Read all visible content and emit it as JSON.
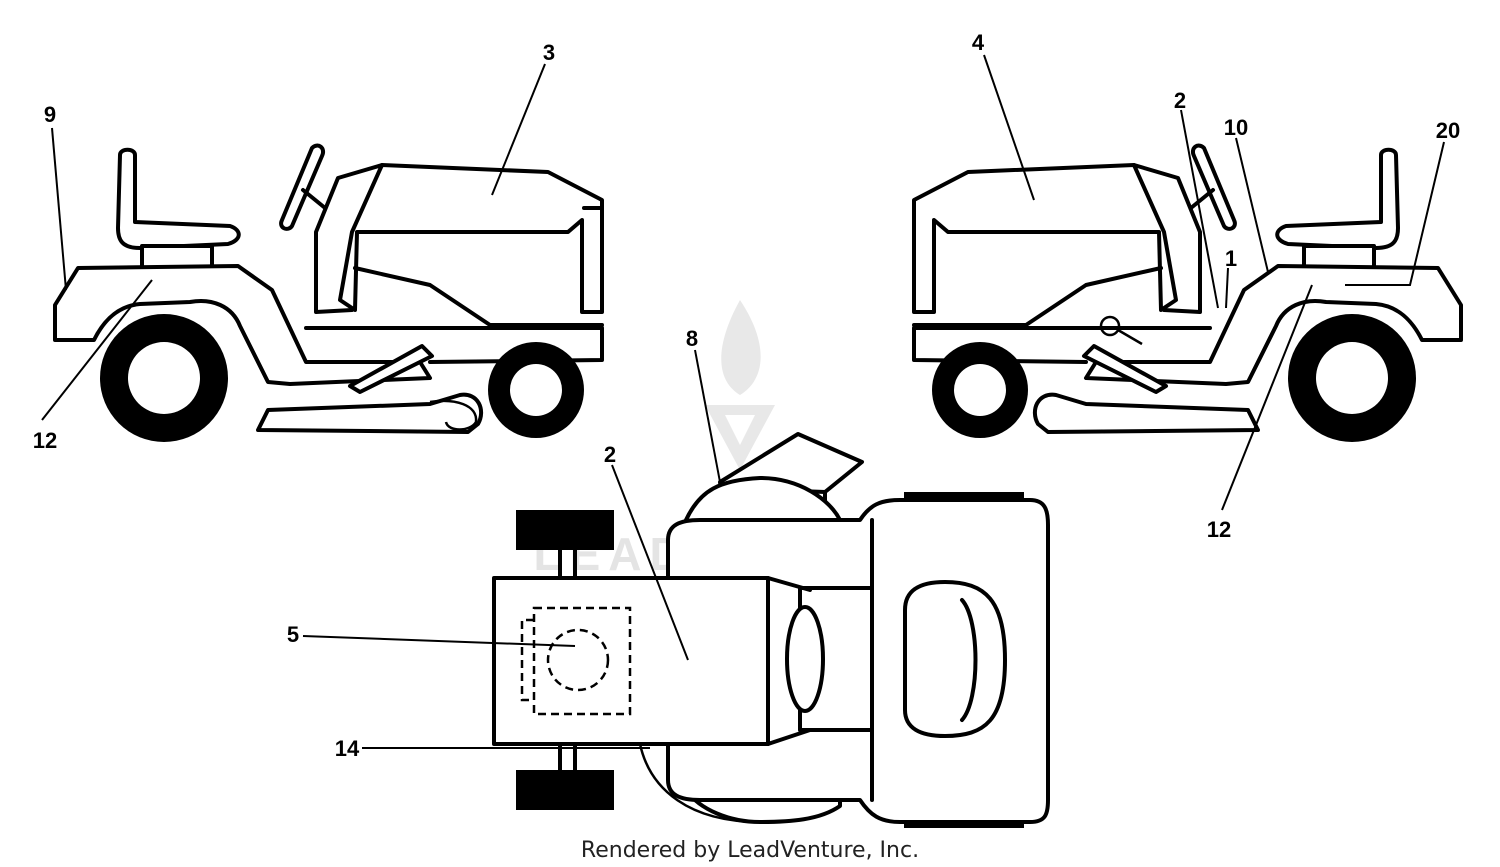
{
  "callouts": {
    "left_view": {
      "c9": "9",
      "c3": "3",
      "c12": "12"
    },
    "right_view": {
      "c4": "4",
      "c2": "2",
      "c10": "10",
      "c20": "20",
      "c1": "1",
      "c12": "12"
    },
    "top_view": {
      "c8": "8",
      "c2": "2",
      "c5": "5",
      "c14": "14"
    }
  },
  "watermark": {
    "text": "LEADVENTURE"
  },
  "footer": {
    "credit": "Rendered by LeadVenture, Inc."
  },
  "colors": {
    "line": "#000000",
    "background": "#ffffff",
    "watermark": "#e4e4e4"
  }
}
